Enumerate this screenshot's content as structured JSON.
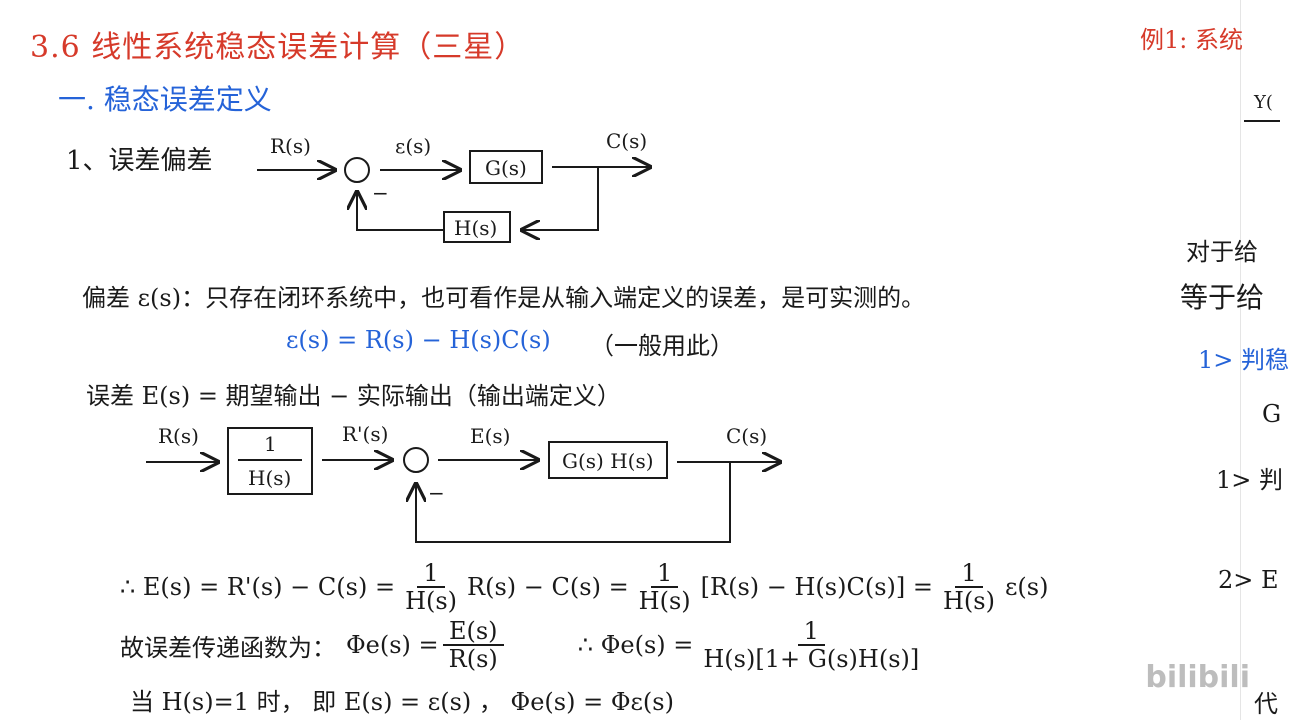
{
  "header": {
    "title": "3.6 线性系统稳态误差计算（三星）",
    "section": "一. 稳态误差定义",
    "item1": "1、误差偏差"
  },
  "diagram1": {
    "input": "R(s)",
    "error": "ε(s)",
    "forward": "G(s)",
    "output": "C(s)",
    "feedback": "H(s)",
    "sign": "−"
  },
  "bias": {
    "definition": "偏差 ε(s)：只存在闭环系统中，也可看作是从输入端定义的误差，是可实测的。",
    "formula": "ε(s) = R(s) − H(s)C(s)",
    "note": "（一般用此）"
  },
  "error": {
    "definition": "误差 E(s) = 期望输出 − 实际输出（输出端定义）"
  },
  "diagram2": {
    "input": "R(s)",
    "pre_num": "1",
    "pre_den": "H(s)",
    "mid": "R'(s)",
    "error": "E(s)",
    "forward": "G(s) H(s)",
    "output": "C(s)",
    "sign": "−"
  },
  "derivation": {
    "prefix": "∴ E(s) = R'(s) − C(s) =",
    "f1_num": "1",
    "f1_den": "H(s)",
    "mid1": "R(s) − C(s) =",
    "f2_num": "1",
    "f2_den": "H(s)",
    "bracket": "[R(s) − H(s)C(s)] =",
    "f3_num": "1",
    "f3_den": "H(s)",
    "tail": "ε(s)"
  },
  "transfer": {
    "label": "故误差传递函数为：",
    "phi": "Φe(s) =",
    "phi_num": "E(s)",
    "phi_den": "R(s)",
    "therefore": "∴ Φe(s) =",
    "phi2_num": "1",
    "phi2_den": "H(s)[1+ G(s)H(s)]"
  },
  "special": {
    "text": "当 H(s)=1 时， 即 E(s) = ε(s) ， Φe(s) = Φε(s)"
  },
  "right_edge": {
    "example": "例1: 系统",
    "y": "Y(",
    "l1": "对于给",
    "l2": "等于给",
    "l3": "1> 判稳",
    "l4": "G",
    "l5": "1> 判",
    "l6": "2> E",
    "l7": "代"
  },
  "watermark": "bilibili",
  "colors": {
    "red": "#d63a2a",
    "blue": "#2563d8",
    "ink": "#1a1a1a"
  }
}
